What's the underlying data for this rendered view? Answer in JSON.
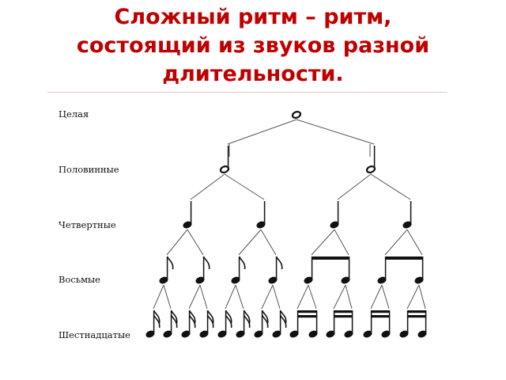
{
  "slide": {
    "title_line1": "Сложный ритм – ритм,",
    "title_line2": "состоящий из звуков разной",
    "title_line3": "длительности.",
    "title_color": "#c00000"
  },
  "figure": {
    "levels": [
      {
        "label": "Целая",
        "note": "whole",
        "count": 1
      },
      {
        "label": "Половинные",
        "note": "half",
        "count": 2
      },
      {
        "label": "Четвертные",
        "note": "quarter",
        "count": 4
      },
      {
        "label": "Восьмые",
        "note": "eighth",
        "count": 8
      },
      {
        "label": "Шестнадцатые",
        "note": "sixteenth",
        "count": 16
      }
    ],
    "eighth_groups": [
      "flag",
      "flag",
      "flag",
      "flag",
      "beam",
      "beam",
      "beam",
      "beam"
    ],
    "sixteenth_groups": [
      "flag",
      "flag",
      "flag",
      "flag",
      "flag",
      "flag",
      "flag",
      "flag",
      "beam",
      "beam",
      "beam",
      "beam",
      "beam",
      "beam",
      "beam",
      "beam"
    ]
  }
}
